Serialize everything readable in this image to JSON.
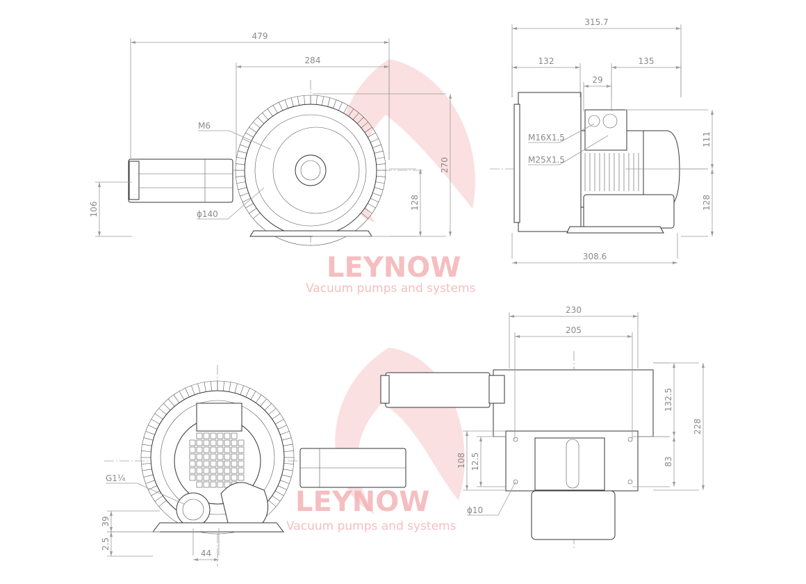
{
  "drawing": {
    "watermark": {
      "brand": "LEYNOW",
      "tagline": "Vacuum pumps and systems",
      "color": "#f4b3b6"
    },
    "front_view": {
      "dimensions": {
        "overall_length": "479",
        "housing_width": "284",
        "height": "270",
        "center_height": "128",
        "motor_center_height": "106"
      },
      "callouts": {
        "thread": "M6",
        "diameter": "ϕ140"
      }
    },
    "side_view": {
      "dimensions": {
        "overall_width": "315.7",
        "left_section": "132",
        "right_section": "135",
        "box_offset": "29",
        "upper_height": "111",
        "lower_height": "128",
        "base_width": "308.6"
      },
      "callouts": {
        "gland_small": "M16X1.5",
        "gland_large": "M25X1.5"
      }
    },
    "rear_view": {
      "dimensions": {
        "port_height": "39",
        "base_thickness": "2.5",
        "port_offset": "44"
      },
      "callouts": {
        "port_thread": "G1¼"
      }
    },
    "top_view": {
      "dimensions": {
        "overall_width": "230",
        "hole_spacing": "205",
        "upper_height": "132.5",
        "hole_height": "83",
        "overall_height": "228",
        "flange_height": "108",
        "flange_offset": "12.5"
      },
      "callouts": {
        "hole_diameter": "ϕ10"
      }
    }
  }
}
